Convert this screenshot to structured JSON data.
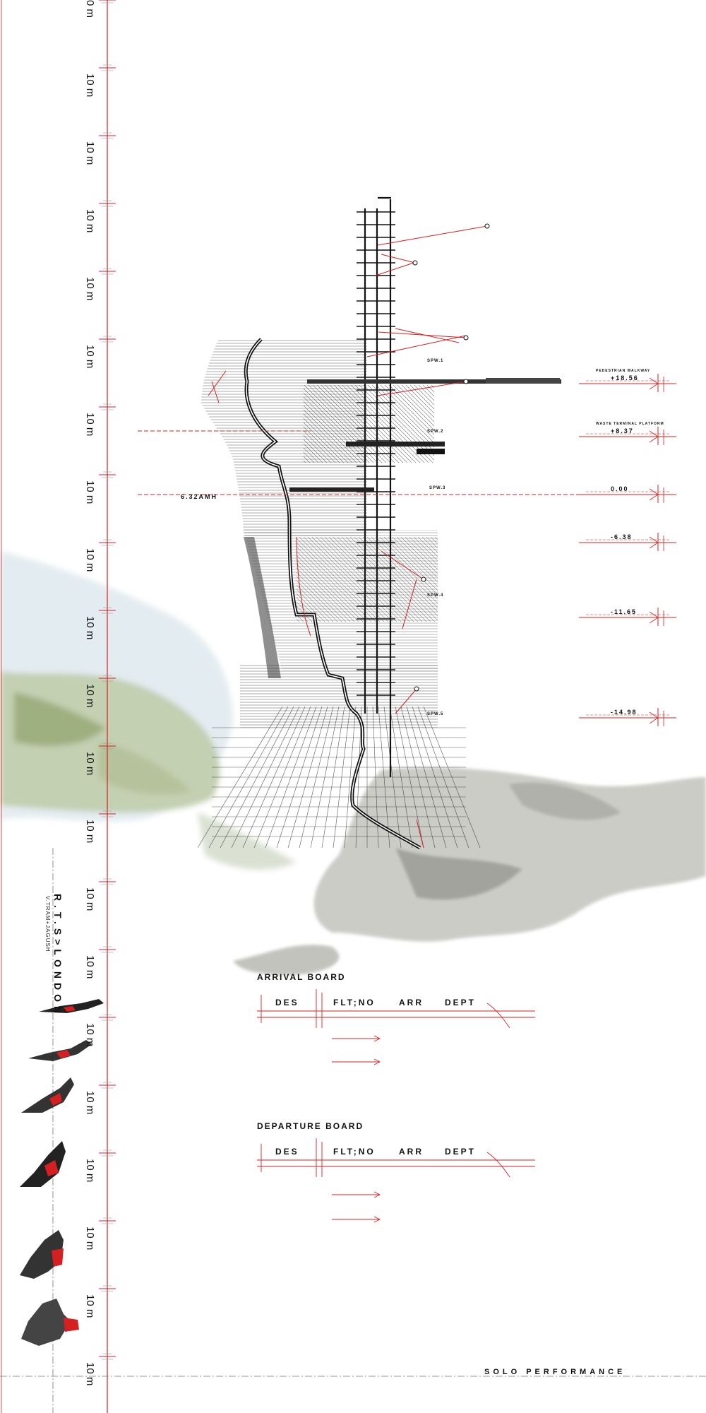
{
  "scale": {
    "top_label": "0 m",
    "step_label": "10 m",
    "steps": 20,
    "color": "#d42020"
  },
  "levels": [
    {
      "name": "pedestrian-walkway",
      "title": "PEDESTRIAN WALKWAY",
      "value": "+18.56"
    },
    {
      "name": "waste-terminal-platform",
      "title": "WASTE TERMINAL PLATFORM",
      "value": "+8.37"
    },
    {
      "name": "ground",
      "title": "",
      "value": "0.00"
    },
    {
      "name": "level-minus-6",
      "title": "",
      "value": "-6.38"
    },
    {
      "name": "level-minus-11",
      "title": "",
      "value": "-11.65"
    },
    {
      "name": "level-minus-14",
      "title": "",
      "value": "-14.98"
    }
  ],
  "datum_label": "6.32AMH",
  "spw_tags": [
    "SPW.1",
    "SPW.2",
    "SPW.3",
    "SPW.4",
    "SPW.5"
  ],
  "project": {
    "title": "R.T.S>LONDON",
    "subtitle": "V.TRAM+JAGUSH"
  },
  "arrival_board": {
    "title": "ARRIVAL BOARD",
    "columns": [
      "DES",
      "FLT;NO",
      "ARR",
      "DEPT"
    ]
  },
  "departure_board": {
    "title": "DEPARTURE BOARD",
    "columns": [
      "DES",
      "FLT;NO",
      "ARR",
      "DEPT"
    ]
  },
  "footer": "SOLO PERFORMANCE",
  "colors": {
    "accent_red": "#d42020",
    "ink": "#111111",
    "terrain_green": "#8fa36a",
    "terrain_grey": "#9a9a94",
    "sky_blue": "#c9dbe6"
  }
}
